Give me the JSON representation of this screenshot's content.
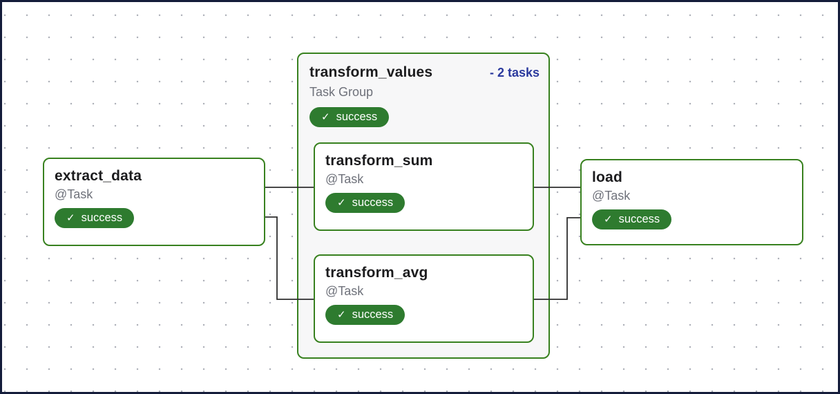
{
  "colors": {
    "node_border_green": "#38811f",
    "status_badge_green": "#2e7b2f",
    "group_background": "#f7f7f8",
    "tasks_toggle_blue": "#2b3a9e",
    "title_text": "#1c1c1e",
    "subtitle_text": "#6e717a",
    "edge_line": "#2e2e2e",
    "canvas_frame": "#141c3a",
    "canvas_dot": "#aeb1b9"
  },
  "group": {
    "title": "transform_values",
    "tasks_toggle": "- 2 tasks",
    "type_label": "Task Group",
    "status": {
      "icon": "✓",
      "label": "success"
    }
  },
  "nodes": [
    {
      "id": "extract_data",
      "title": "extract_data",
      "type_label": "@Task",
      "status": {
        "icon": "✓",
        "label": "success"
      }
    },
    {
      "id": "transform_sum",
      "title": "transform_sum",
      "type_label": "@Task",
      "status": {
        "icon": "✓",
        "label": "success"
      }
    },
    {
      "id": "transform_avg",
      "title": "transform_avg",
      "type_label": "@Task",
      "status": {
        "icon": "✓",
        "label": "success"
      }
    },
    {
      "id": "load",
      "title": "load",
      "type_label": "@Task",
      "status": {
        "icon": "✓",
        "label": "success"
      }
    }
  ],
  "edges": [
    {
      "from": "extract_data",
      "to": "transform_sum"
    },
    {
      "from": "extract_data",
      "to": "transform_avg"
    },
    {
      "from": "transform_sum",
      "to": "load"
    },
    {
      "from": "transform_avg",
      "to": "load"
    }
  ]
}
